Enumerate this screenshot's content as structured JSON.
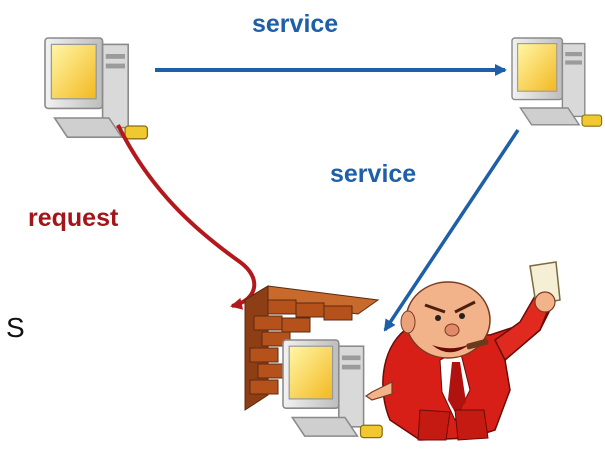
{
  "labels": {
    "service_top": "service",
    "service_diag": "service",
    "request": "request",
    "partial_left": "S"
  },
  "colors": {
    "service_arrow": "#1F5FA8",
    "request_arrow": "#B3191C",
    "firewall": "#B5521B",
    "person_suit": "#D81F17"
  },
  "icons": [
    "computer-icon",
    "computer-icon",
    "computer-icon",
    "firewall-icon",
    "angry-boss-icon"
  ]
}
